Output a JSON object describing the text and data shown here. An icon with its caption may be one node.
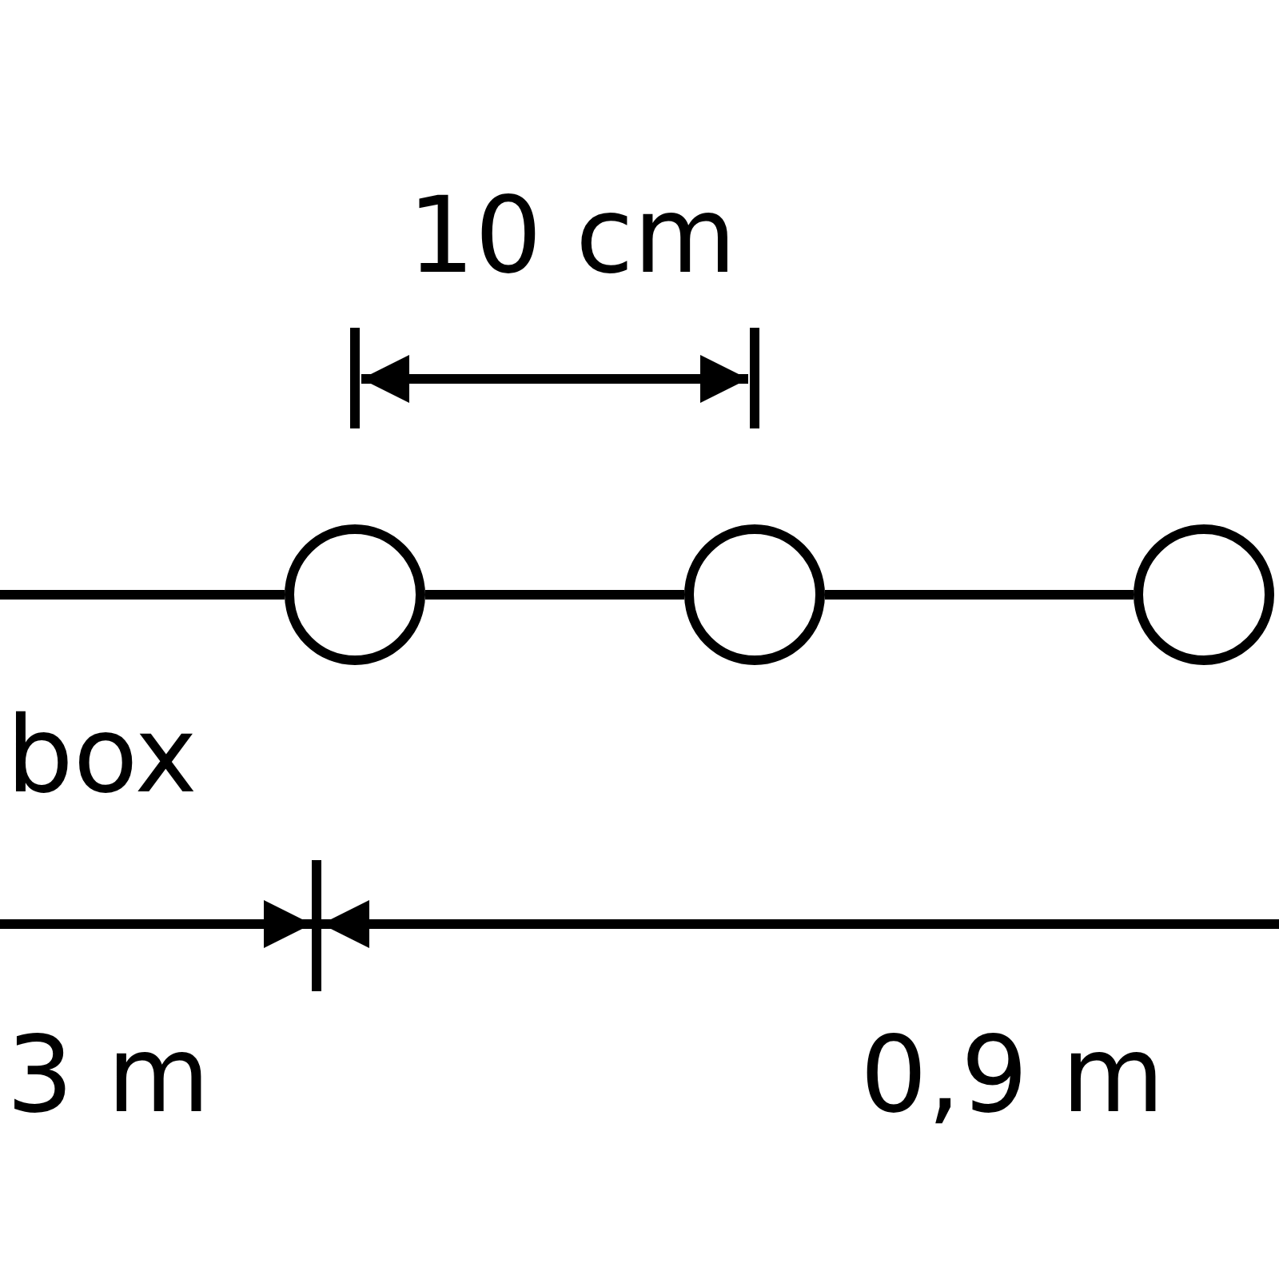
{
  "diagram": {
    "nodes": [
      {
        "text": [],
        "shape": "circle"
      },
      {
        "text": [],
        "shape": "circle"
      },
      {
        "text": [],
        "shape": "circle"
      }
    ],
    "edges": [
      {
        "from": null,
        "to": 0,
        "arrow": "none"
      },
      {
        "from": 0,
        "to": 1,
        "arrow": "none"
      },
      {
        "from": 1,
        "to": 2,
        "arrow": "none"
      }
    ],
    "labels": [
      "10 cm",
      "box",
      "3 m",
      "0,9 m"
    ]
  }
}
